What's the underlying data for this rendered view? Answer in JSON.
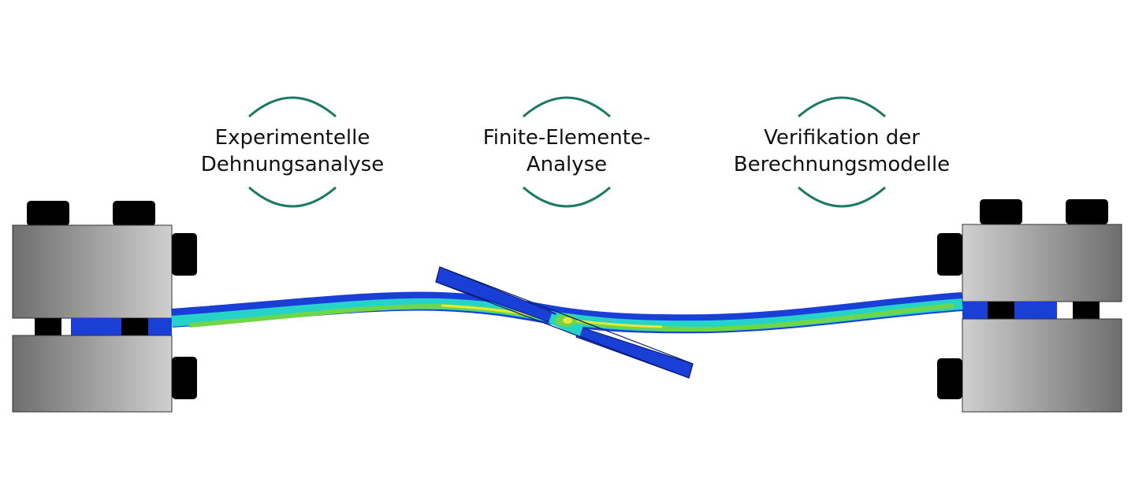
{
  "steps": [
    {
      "line1": "Experimentelle",
      "line2": "Dehnungsanalyse"
    },
    {
      "line1": "Finite-Elemente-",
      "line2": "Analyse"
    },
    {
      "line1": "Verifikation der",
      "line2": "Berechnungsmodelle"
    }
  ],
  "colors": {
    "arc": "#1c7a62",
    "fe_blue": "#1a3fd6",
    "fe_cyan": "#25d3c8",
    "fe_green": "#6fd64a",
    "fe_yellow": "#e8e83a",
    "clamp_dark": "#000000"
  }
}
